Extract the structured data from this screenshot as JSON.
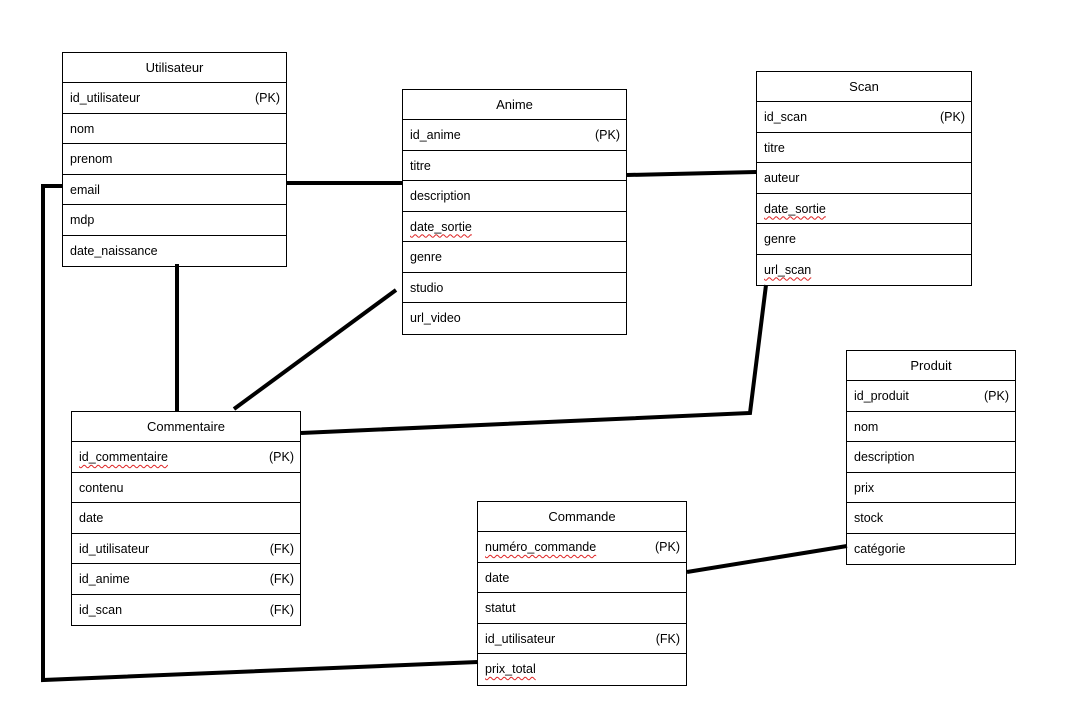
{
  "entities": {
    "utilisateur": {
      "title": "Utilisateur",
      "fields": [
        {
          "name": "id_utilisateur",
          "key": "(PK)"
        },
        {
          "name": "nom",
          "key": ""
        },
        {
          "name": "prenom",
          "key": ""
        },
        {
          "name": "email",
          "key": ""
        },
        {
          "name": "mdp",
          "key": ""
        },
        {
          "name": "date_naissance",
          "key": ""
        }
      ]
    },
    "anime": {
      "title": "Anime",
      "fields": [
        {
          "name": "id_anime",
          "key": "(PK)"
        },
        {
          "name": "titre",
          "key": ""
        },
        {
          "name": "description",
          "key": ""
        },
        {
          "name": "date_sortie",
          "key": ""
        },
        {
          "name": "genre",
          "key": ""
        },
        {
          "name": "studio",
          "key": ""
        },
        {
          "name": "url_video",
          "key": ""
        }
      ]
    },
    "scan": {
      "title": "Scan",
      "fields": [
        {
          "name": "id_scan",
          "key": "(PK)"
        },
        {
          "name": "titre",
          "key": ""
        },
        {
          "name": "auteur",
          "key": ""
        },
        {
          "name": "date_sortie",
          "key": ""
        },
        {
          "name": "genre",
          "key": ""
        },
        {
          "name": "url_scan",
          "key": ""
        }
      ]
    },
    "produit": {
      "title": "Produit",
      "fields": [
        {
          "name": "id_produit",
          "key": "(PK)"
        },
        {
          "name": "nom",
          "key": ""
        },
        {
          "name": "description",
          "key": ""
        },
        {
          "name": "prix",
          "key": ""
        },
        {
          "name": "stock",
          "key": ""
        },
        {
          "name": "catégorie",
          "key": ""
        }
      ]
    },
    "commentaire": {
      "title": "Commentaire",
      "fields": [
        {
          "name": "id_commentaire",
          "key": "(PK)"
        },
        {
          "name": "contenu",
          "key": ""
        },
        {
          "name": "date",
          "key": ""
        },
        {
          "name": "id_utilisateur",
          "key": "(FK)"
        },
        {
          "name": "id_anime",
          "key": "(FK)"
        },
        {
          "name": "id_scan",
          "key": "(FK)"
        }
      ]
    },
    "commande": {
      "title": "Commande",
      "fields": [
        {
          "name": "numéro_commande",
          "key": "(PK)"
        },
        {
          "name": "date",
          "key": ""
        },
        {
          "name": "statut",
          "key": ""
        },
        {
          "name": "id_utilisateur",
          "key": "(FK)"
        },
        {
          "name": "prix_total",
          "key": ""
        }
      ]
    }
  },
  "connector_color": "#000000",
  "spellcheck_underline_color": "#dd2222"
}
